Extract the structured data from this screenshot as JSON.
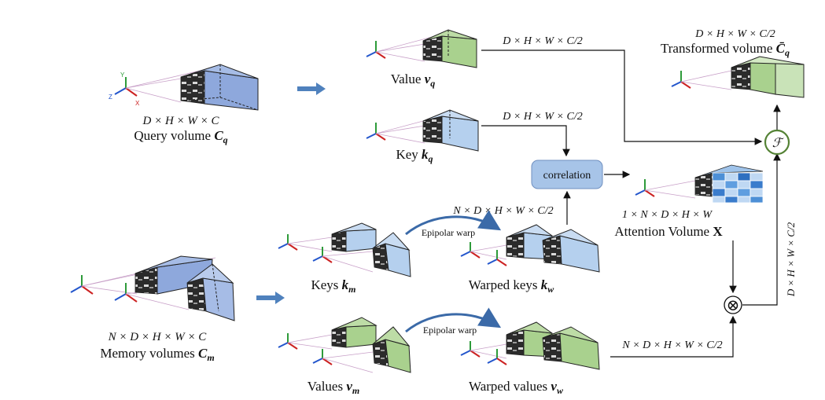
{
  "query": {
    "label_text": "Query volume ",
    "label_sym": "C",
    "label_sub": "q",
    "dims": "D × H × W × C"
  },
  "value": {
    "label_text": "Value ",
    "label_sym": "v",
    "label_sub": "q",
    "dims": "D × H × W × C/2"
  },
  "key": {
    "label_text": "Key ",
    "label_sym": "k",
    "label_sub": "q",
    "dims": "D × H × W × C/2"
  },
  "memory": {
    "label_text": "Memory volumes ",
    "label_sym": "C",
    "label_sub": "m",
    "dims": "N × D × H × W × C"
  },
  "keys_m": {
    "label_text": "Keys ",
    "label_sym": "k",
    "label_sub": "m"
  },
  "values_m": {
    "label_text": "Values ",
    "label_sym": "v",
    "label_sub": "m"
  },
  "warped_keys": {
    "label_text": "Warped keys ",
    "label_sym": "k",
    "label_sub": "w",
    "dims": "N × D × H × W × C/2"
  },
  "warped_values": {
    "label_text": "Warped values ",
    "label_sym": "v",
    "label_sub": "w",
    "dims": "N × D × H × W × C/2"
  },
  "correlation": {
    "label": "correlation"
  },
  "attention": {
    "label_text": "Attention Volume ",
    "label_sym": "X",
    "dims": "1 × N × D × H × W"
  },
  "transformed": {
    "label_text": "Transformed volume ",
    "label_sym": "C̄",
    "label_sub": "q",
    "dims": "D × H × W × C/2"
  },
  "fuse_op": {
    "symbol": "ℱ"
  },
  "mult_op": {
    "symbol": "⊗"
  },
  "vertical_dims": "D × H × W × C/2",
  "epipolar_warp_1": "Epipolar warp",
  "epipolar_warp_2": "Epipolar warp",
  "axes": {
    "x": "X",
    "y": "Y",
    "z": "Z"
  },
  "colors": {
    "blue": "#8ea8dc",
    "light_blue": "#b5d0ee",
    "green": "#a9d18e",
    "light_green": "#c9e3b8",
    "arrow_blue": "#4f81bd",
    "fuse_ring": "#548235",
    "corr_box": "#a7c4e8"
  }
}
